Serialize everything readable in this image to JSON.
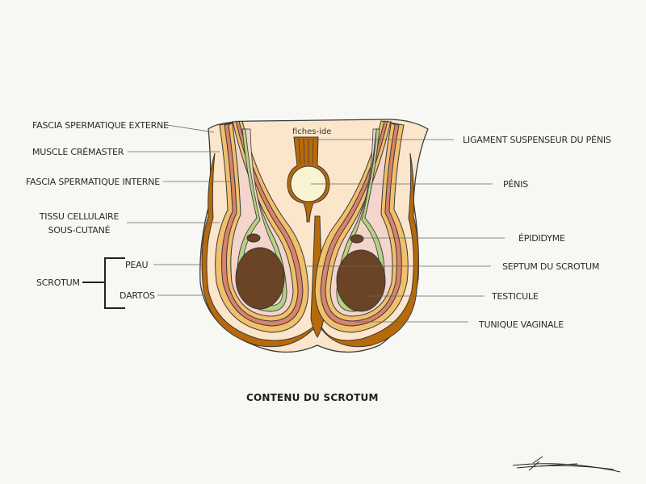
{
  "title": "CONTENU DU SCROTUM",
  "watermark": "fiches-ide",
  "signature": "Léana",
  "labels_left": {
    "fascia_externe": "FASCIA SPERMATIQUE EXTERNE",
    "muscle_cremaster": "MUSCLE CRÉMASTER",
    "fascia_interne": "FASCIA SPERMATIQUE INTERNE",
    "tissu_line1": "TISSU CELLULAIRE",
    "tissu_line2": "SOUS-CUTANÉ",
    "scrotum": "SCROTUM",
    "peau": "PEAU",
    "dartos": "DARTOS"
  },
  "labels_right": {
    "ligament": "LIGAMENT SUSPENSEUR DU PÉNIS",
    "penis": "PÉNIS",
    "epididyme": "ÉPIDIDYME",
    "septum": "SEPTUM DU SCROTUM",
    "testicule": "TESTICULE",
    "tunique": "TUNIQUE VAGINALE"
  },
  "colors": {
    "skin": "#fbe6cb",
    "dartos": "#b86a0a",
    "fascia_yellow": "#f0c06a",
    "cremaster": "#d9826e",
    "pink": "#f4d5cc",
    "vaginale": "#b5d183",
    "testis": "#6a4424",
    "penis_core": "#f8f4d2",
    "outline": "#3a3a3a",
    "leader": "#555555"
  }
}
